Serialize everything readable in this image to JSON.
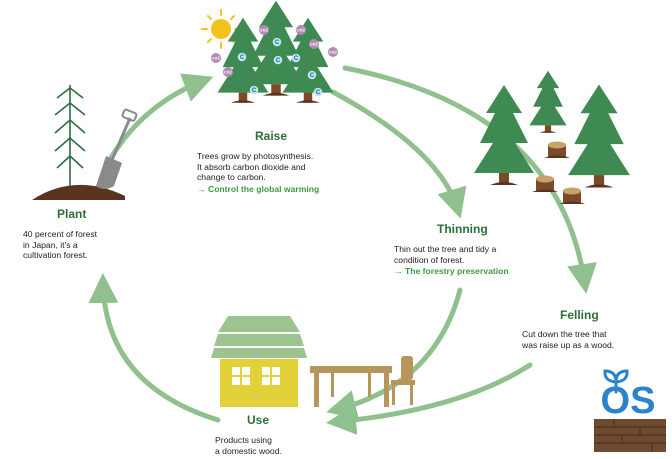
{
  "stages": {
    "plant": {
      "title": "Plant",
      "lines": [
        "40 percent of forest",
        "in Japan, it's a",
        "cultivation forest."
      ]
    },
    "raise": {
      "title": "Raise",
      "lines": [
        "Trees grow by photosynthesis.",
        "It absorb carbon dioxide and",
        "change to carbon."
      ],
      "note": "→ Control the global warming"
    },
    "thinning": {
      "title": "Thinning",
      "lines": [
        "Thin out the tree and tidy a",
        "condition of forest."
      ],
      "note": "→ The forestry preservation"
    },
    "felling": {
      "title": "Felling",
      "lines": [
        "Cut down the tree that",
        "was raise up as a wood."
      ]
    },
    "use": {
      "title": "Use",
      "lines": [
        "Products using",
        "a domestic wood."
      ]
    }
  },
  "illustrations": {
    "carbon_mark": "C",
    "co2_mark": "co2"
  },
  "logo": {
    "text": "OS"
  },
  "colors": {
    "arrow": "#8fc08e",
    "title": "#2e6e3b",
    "note": "#3d9a48",
    "tree": "#3f8a52",
    "trunk": "#7a4a2a",
    "house_wall": "#e3d13a",
    "house_roof": "#9cc48e",
    "table": "#b8955a",
    "sun": "#f3c21c",
    "soil": "#5a3420",
    "logo": "#2b83c9",
    "wood": "#6e4a30"
  }
}
